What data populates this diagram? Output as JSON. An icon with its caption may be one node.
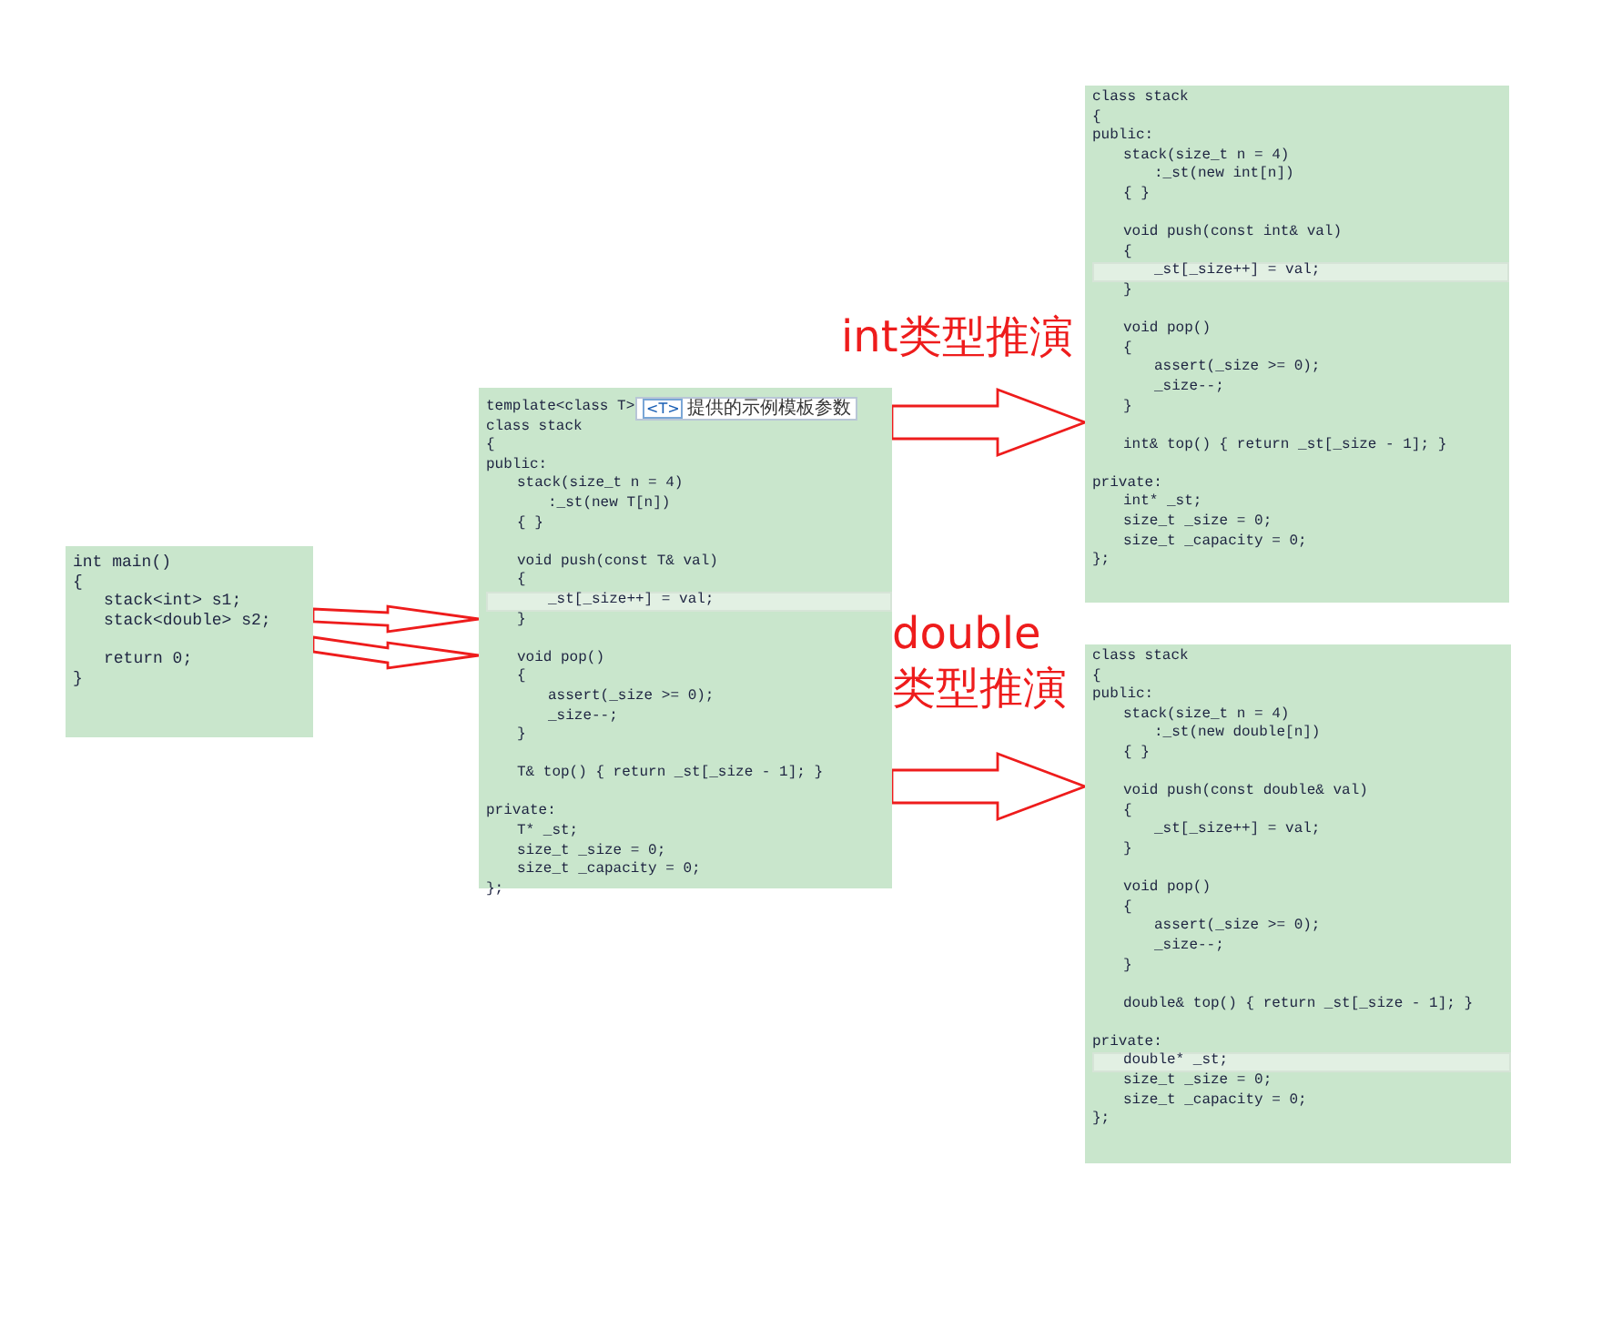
{
  "diagram": {
    "nodes": [
      {
        "text": [
          "int main()",
          "{",
          "stack<int> s1;",
          "stack<double> s2;",
          "return 0;",
          "}"
        ]
      },
      {
        "text": [
          "template<class T>",
          "<T>",
          "提供的示例模板参数",
          "class stack",
          "{",
          "public:",
          "stack(size_t n = 4)",
          ":_st(new T[n])",
          "{ }",
          "void push(const T& val)",
          "{",
          "_st[_size++] = val;",
          "}",
          "void pop()",
          "{",
          "assert(_size >= 0);",
          "_size--;",
          "}",
          "T& top() { return _st[_size - 1]; }",
          "private:",
          "T* _st;",
          "size_t _size = 0;",
          "size_t _capacity = 0;",
          "};"
        ]
      },
      {
        "text": [
          "class stack",
          "{",
          "public:",
          "stack(size_t n = 4)",
          ":_st(new int[n])",
          "{ }",
          "void push(const int& val)",
          "{",
          "_st[_size++] = val;",
          "}",
          "void pop()",
          "{",
          "assert(_size >= 0);",
          "_size--;",
          "}",
          "int& top() { return _st[_size - 1]; }",
          "private:",
          "int* _st;",
          "size_t _size = 0;",
          "size_t _capacity = 0;",
          "};"
        ]
      },
      {
        "text": [
          "class stack",
          "{",
          "public:",
          "stack(size_t n = 4)",
          ":_st(new double[n])",
          "{ }",
          "void push(const double& val)",
          "{",
          "_st[_size++] = val;",
          "}",
          "void pop()",
          "{",
          "assert(_size >= 0);",
          "_size--;",
          "}",
          "double& top() { return _st[_size - 1]; }",
          "private:",
          "double* _st;",
          "size_t _size = 0;",
          "size_t _capacity = 0;",
          "};"
        ]
      }
    ],
    "edges": [
      {
        "from": 0,
        "to": 1,
        "arrow": "to"
      },
      {
        "from": 0,
        "to": 1,
        "arrow": "to"
      },
      {
        "from": 1,
        "to": 2,
        "arrow": "to",
        "label": "int类型推演"
      },
      {
        "from": 1,
        "to": 3,
        "arrow": "to",
        "label": "double 类型推演"
      }
    ]
  }
}
